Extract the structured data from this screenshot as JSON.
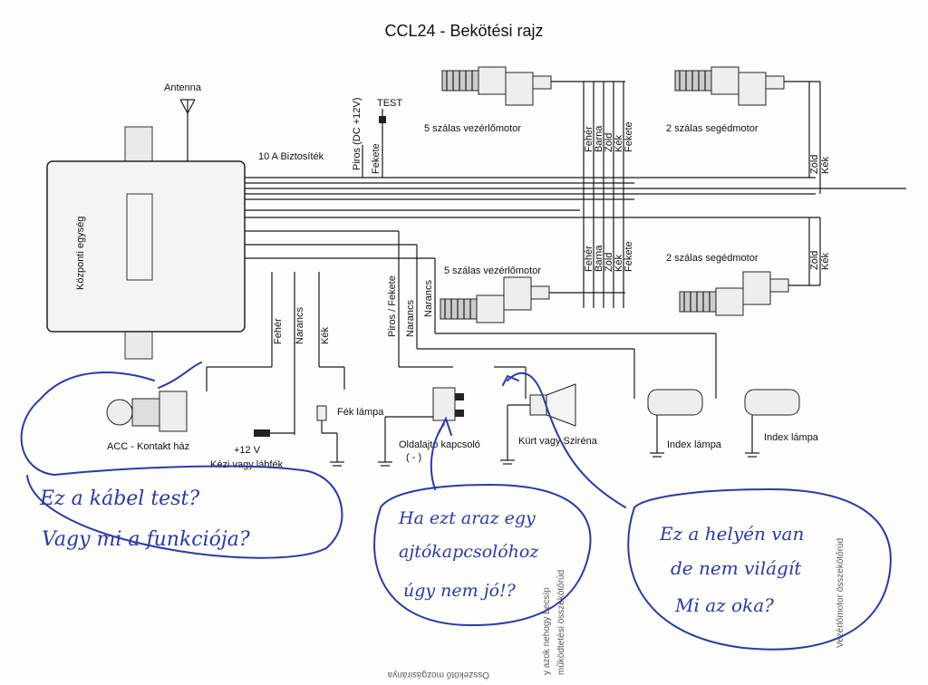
{
  "title": "CCL24 - Bekötési rajz",
  "labels": {
    "antenna": "Antenna",
    "test": "TEST",
    "fuse": "10 A Biztosíték",
    "piros_dc": "Piros (DC +12V)",
    "fekete_test": "Fekete",
    "central_unit": "Központi egység",
    "motor5_top": "5 szálas vezérlőmotor",
    "motor2_top": "2 szálas segédmotor",
    "motor5_bottom": "5 szálas vezérlőmotor",
    "motor2_bottom": "2 szálas segédmotor",
    "wires5_top": [
      "Fehér",
      "Barna",
      "Zöld",
      "Kék",
      "Fekete"
    ],
    "wires2_top": [
      "Zöld",
      "Kék"
    ],
    "wires5_bottom": [
      "Fehér",
      "Barna",
      "Zöld",
      "Kék",
      "Fekete"
    ],
    "wires2_bottom": [
      "Zöld",
      "Kék"
    ],
    "feher": "Fehér",
    "narancs1": "Narancs",
    "kek": "Kék",
    "piros_fekete": "Piros / Fekete",
    "narancs2": "Narancs",
    "narancs3": "Narancs",
    "acc": "ACC - Kontakt ház",
    "plus12": "+12 V",
    "kezi_fek": "Kézi vagy lábfék",
    "fek_lampa": "Fék lámpa",
    "oldalajto": "Oldalajtó kapcsoló",
    "oldalajto_sign": "( - )",
    "kurt": "Kürt vagy Sziréna",
    "index1": "Index lámpa",
    "index2": "Index lámpa"
  },
  "handwriting": {
    "note1_line1": "Ez a kábel test?",
    "note1_line2": "Vagy mi a funkciója?",
    "note2_line1": "Ha ezt araz egy",
    "note2_line2": "ajtókapcsolóhoz",
    "note2_line3": "úgy nem jó!?",
    "note3_line1": "Ez a helyén van",
    "note3_line2": "de nem világít",
    "note3_line3": "Mi az oka?"
  },
  "background_text": {
    "bottom_rot": "Összekötő mozgásiránya",
    "side1": "y azok nehogy becsíp",
    "side2": "működtetési összekötőrúd",
    "side3": "Vezérlőmotor összekötőrúd"
  }
}
